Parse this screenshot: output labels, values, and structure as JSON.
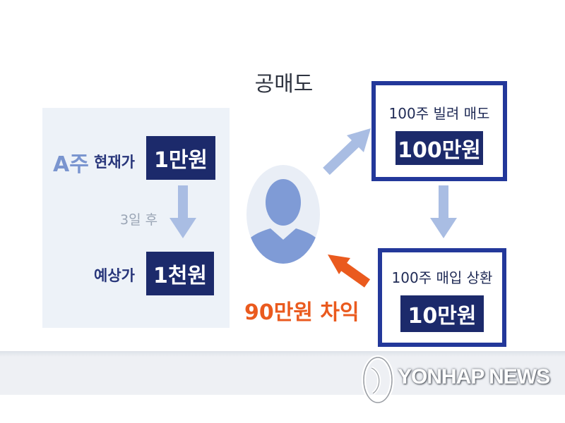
{
  "title": "공매도",
  "left": {
    "stock_name": "A주",
    "current_price_label": "현재가",
    "current_price": "1만원",
    "days_later": "3일 후",
    "expected_price_label": "예상가",
    "expected_price": "1천원"
  },
  "borrow": {
    "caption": "100주 빌려 매도",
    "amount": "100만원"
  },
  "buyback": {
    "caption": "100주 매입 상환",
    "amount": "10만원"
  },
  "profit": "90만원 차익",
  "watermark": "YONHAP NEWS",
  "colors": {
    "navy": "#1c2a6b",
    "frame": "#23389a",
    "light_blue": "#a9bde3",
    "orange": "#ea5a1e",
    "panel": "#edf2f8"
  }
}
